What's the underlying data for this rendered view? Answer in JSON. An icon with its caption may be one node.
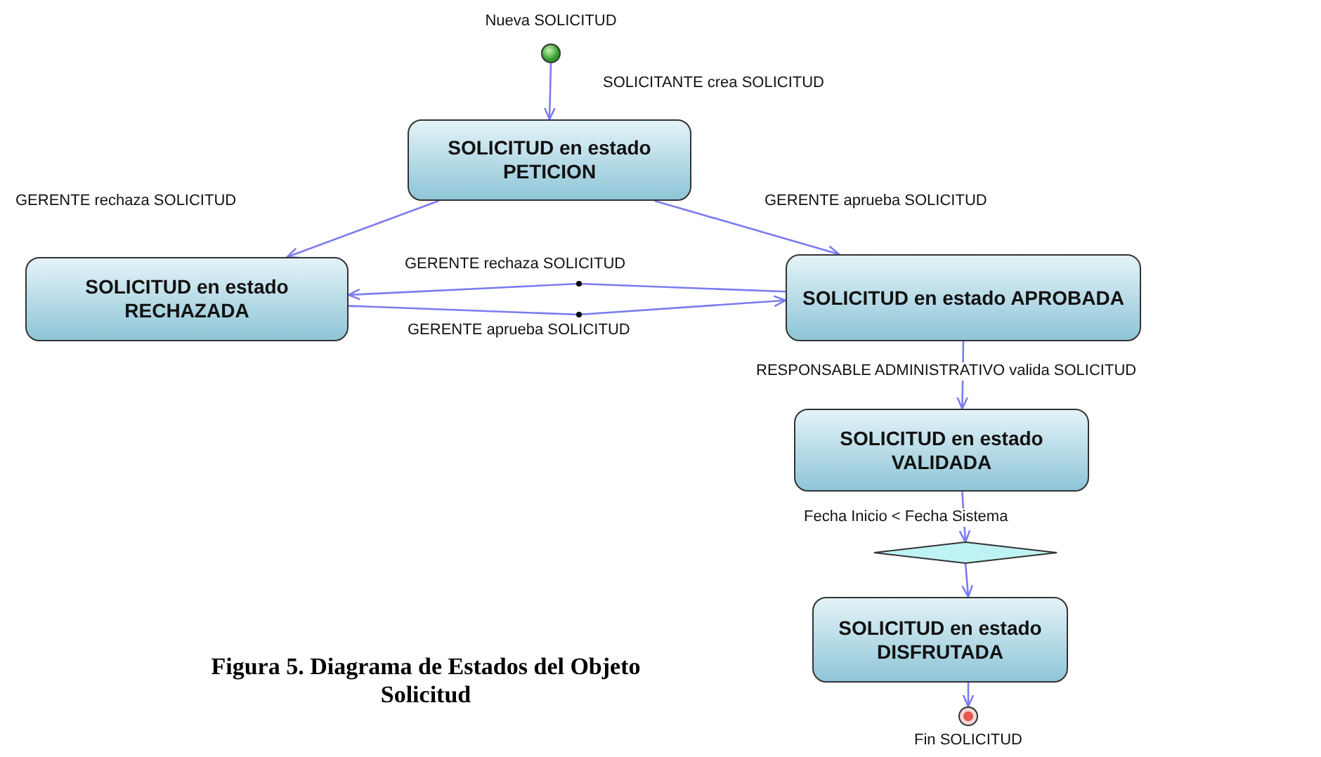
{
  "diagram": {
    "caption": "Figura 5. Diagrama de Estados del Objeto Solicitud",
    "nodes": [
      {
        "text": [],
        "shape": "circle",
        "beside": [
          "Nueva SOLICITUD"
        ]
      },
      {
        "text": [
          "SOLICITUD en estado PETICION"
        ]
      },
      {
        "text": [
          "SOLICITUD en estado RECHAZADA"
        ]
      },
      {
        "text": [
          "SOLICITUD en estado APROBADA"
        ]
      },
      {
        "text": [
          "SOLICITUD en estado VALIDADA"
        ]
      },
      {
        "text": [],
        "shape": "diamond"
      },
      {
        "text": [
          "SOLICITUD en estado DISFRUTADA"
        ]
      },
      {
        "text": [],
        "shape": "circle",
        "beside": [
          "Fin SOLICITUD"
        ]
      }
    ],
    "edges": [
      {
        "from": 0,
        "to": 1,
        "arrow": "to",
        "label": "SOLICITANTE crea SOLICITUD"
      },
      {
        "from": 1,
        "to": 2,
        "arrow": "to",
        "label": "GERENTE rechaza SOLICITUD"
      },
      {
        "from": 1,
        "to": 3,
        "arrow": "to",
        "label": "GERENTE aprueba SOLICITUD"
      },
      {
        "from": 3,
        "to": 2,
        "arrow": "to",
        "label": "GERENTE rechaza SOLICITUD"
      },
      {
        "from": 2,
        "to": 3,
        "arrow": "to",
        "label": "GERENTE aprueba SOLICITUD"
      },
      {
        "from": 3,
        "to": 4,
        "arrow": "to",
        "label": "RESPONSABLE ADMINISTRATIVO valida SOLICITUD"
      },
      {
        "from": 4,
        "to": 5,
        "arrow": "to",
        "label": "Fecha Inicio < Fecha Sistema"
      },
      {
        "from": 5,
        "to": 6,
        "arrow": "to"
      },
      {
        "from": 6,
        "to": 7,
        "arrow": "to"
      }
    ]
  }
}
